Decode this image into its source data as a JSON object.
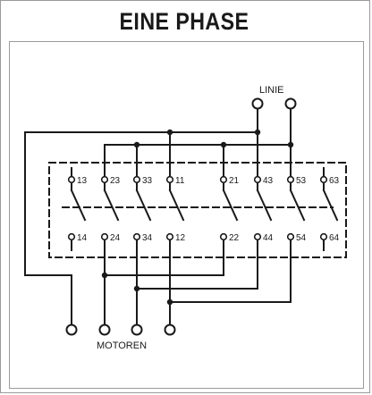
{
  "title": "EINE PHASE",
  "labels": {
    "line": "LINIE",
    "motors": "MOTOREN"
  },
  "contacts": {
    "top": [
      "13",
      "23",
      "33",
      "11",
      "21",
      "43",
      "53",
      "63"
    ],
    "bottom": [
      "14",
      "24",
      "34",
      "12",
      "22",
      "44",
      "54",
      "64"
    ]
  },
  "colors": {
    "wire": "#1a1a1a",
    "frame": "#9a9a9a"
  }
}
